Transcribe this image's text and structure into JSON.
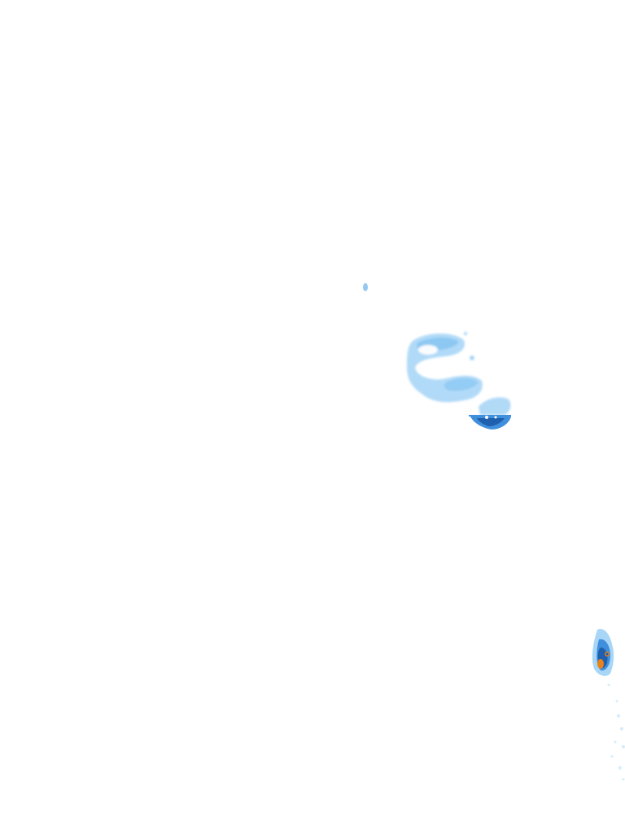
{
  "colors": {
    "background": "#ffffff",
    "very_light_rain": "#d6ecfb",
    "light_rain": "#a9d6f7",
    "light_moderate_rain": "#7fc0f0",
    "moderate_rain": "#3f8fdc",
    "heavy_rain": "#1e5fae",
    "very_heavy_rain": "#e8821a"
  },
  "rain_cells": [
    {
      "name": "isolated-speck",
      "intensity": "light_moderate_rain"
    },
    {
      "name": "ring-shaped-cell",
      "intensity": "light_rain"
    },
    {
      "name": "cell-edge-band",
      "intensity": "heavy_rain"
    },
    {
      "name": "edge-storm-cell",
      "intensity": "very_heavy_rain"
    },
    {
      "name": "scattered-drizzle",
      "intensity": "very_light_rain"
    }
  ]
}
